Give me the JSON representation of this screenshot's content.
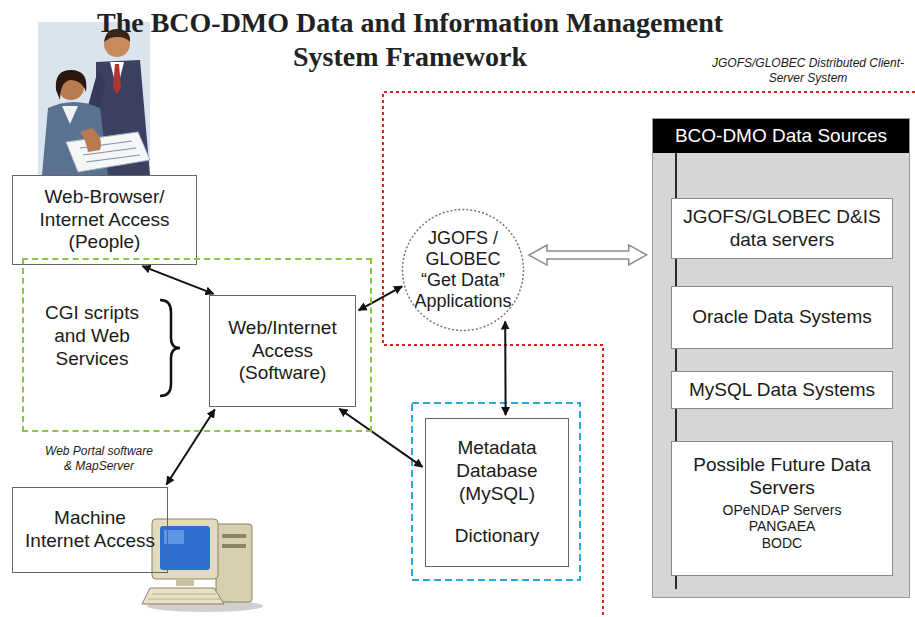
{
  "diagram": {
    "title": "The BCO-DMO Data and Information Management System Framework",
    "nodes": [
      {
        "text": [
          "Web-Browser/ Internet Access (People)"
        ]
      },
      {
        "text": [
          "CGI scripts and Web Services"
        ]
      },
      {
        "text": [
          "Web/Internet Access (Software)"
        ],
        "in": 1
      },
      {
        "text": [
          "JGOFS / GLOBEC “Get Data” Applications"
        ]
      },
      {
        "text": [
          "Machine Internet Access"
        ]
      },
      {
        "text": [
          "Metadata Database (MySQL)",
          "Dictionary"
        ]
      },
      {
        "text": [
          "BCO-DMO Data Sources"
        ]
      },
      {
        "text": [
          "JGOFS/GLOBEC D&IS data servers"
        ],
        "in": 6
      },
      {
        "text": [
          "Oracle Data Systems"
        ],
        "in": 6
      },
      {
        "text": [
          "MySQL Data Systems"
        ],
        "in": 6
      },
      {
        "text": [
          "Possible Future Data Servers",
          "OPeNDAP Servers",
          "PANGAEA",
          "BODC"
        ],
        "in": 6
      }
    ],
    "edges": [
      {
        "from": 0,
        "to": 2,
        "arrow": "both"
      },
      {
        "from": 2,
        "to": 3,
        "arrow": "both"
      },
      {
        "from": 2,
        "to": 4,
        "arrow": "both"
      },
      {
        "from": 2,
        "to": 5,
        "arrow": "both"
      },
      {
        "from": 3,
        "to": 5,
        "arrow": "both"
      },
      {
        "from": 3,
        "to": 6,
        "arrow": "both"
      }
    ],
    "labels": [
      "JGOFS/GLOBEC Distributed Client-Server System",
      "Web Portal software & MapServer"
    ]
  }
}
